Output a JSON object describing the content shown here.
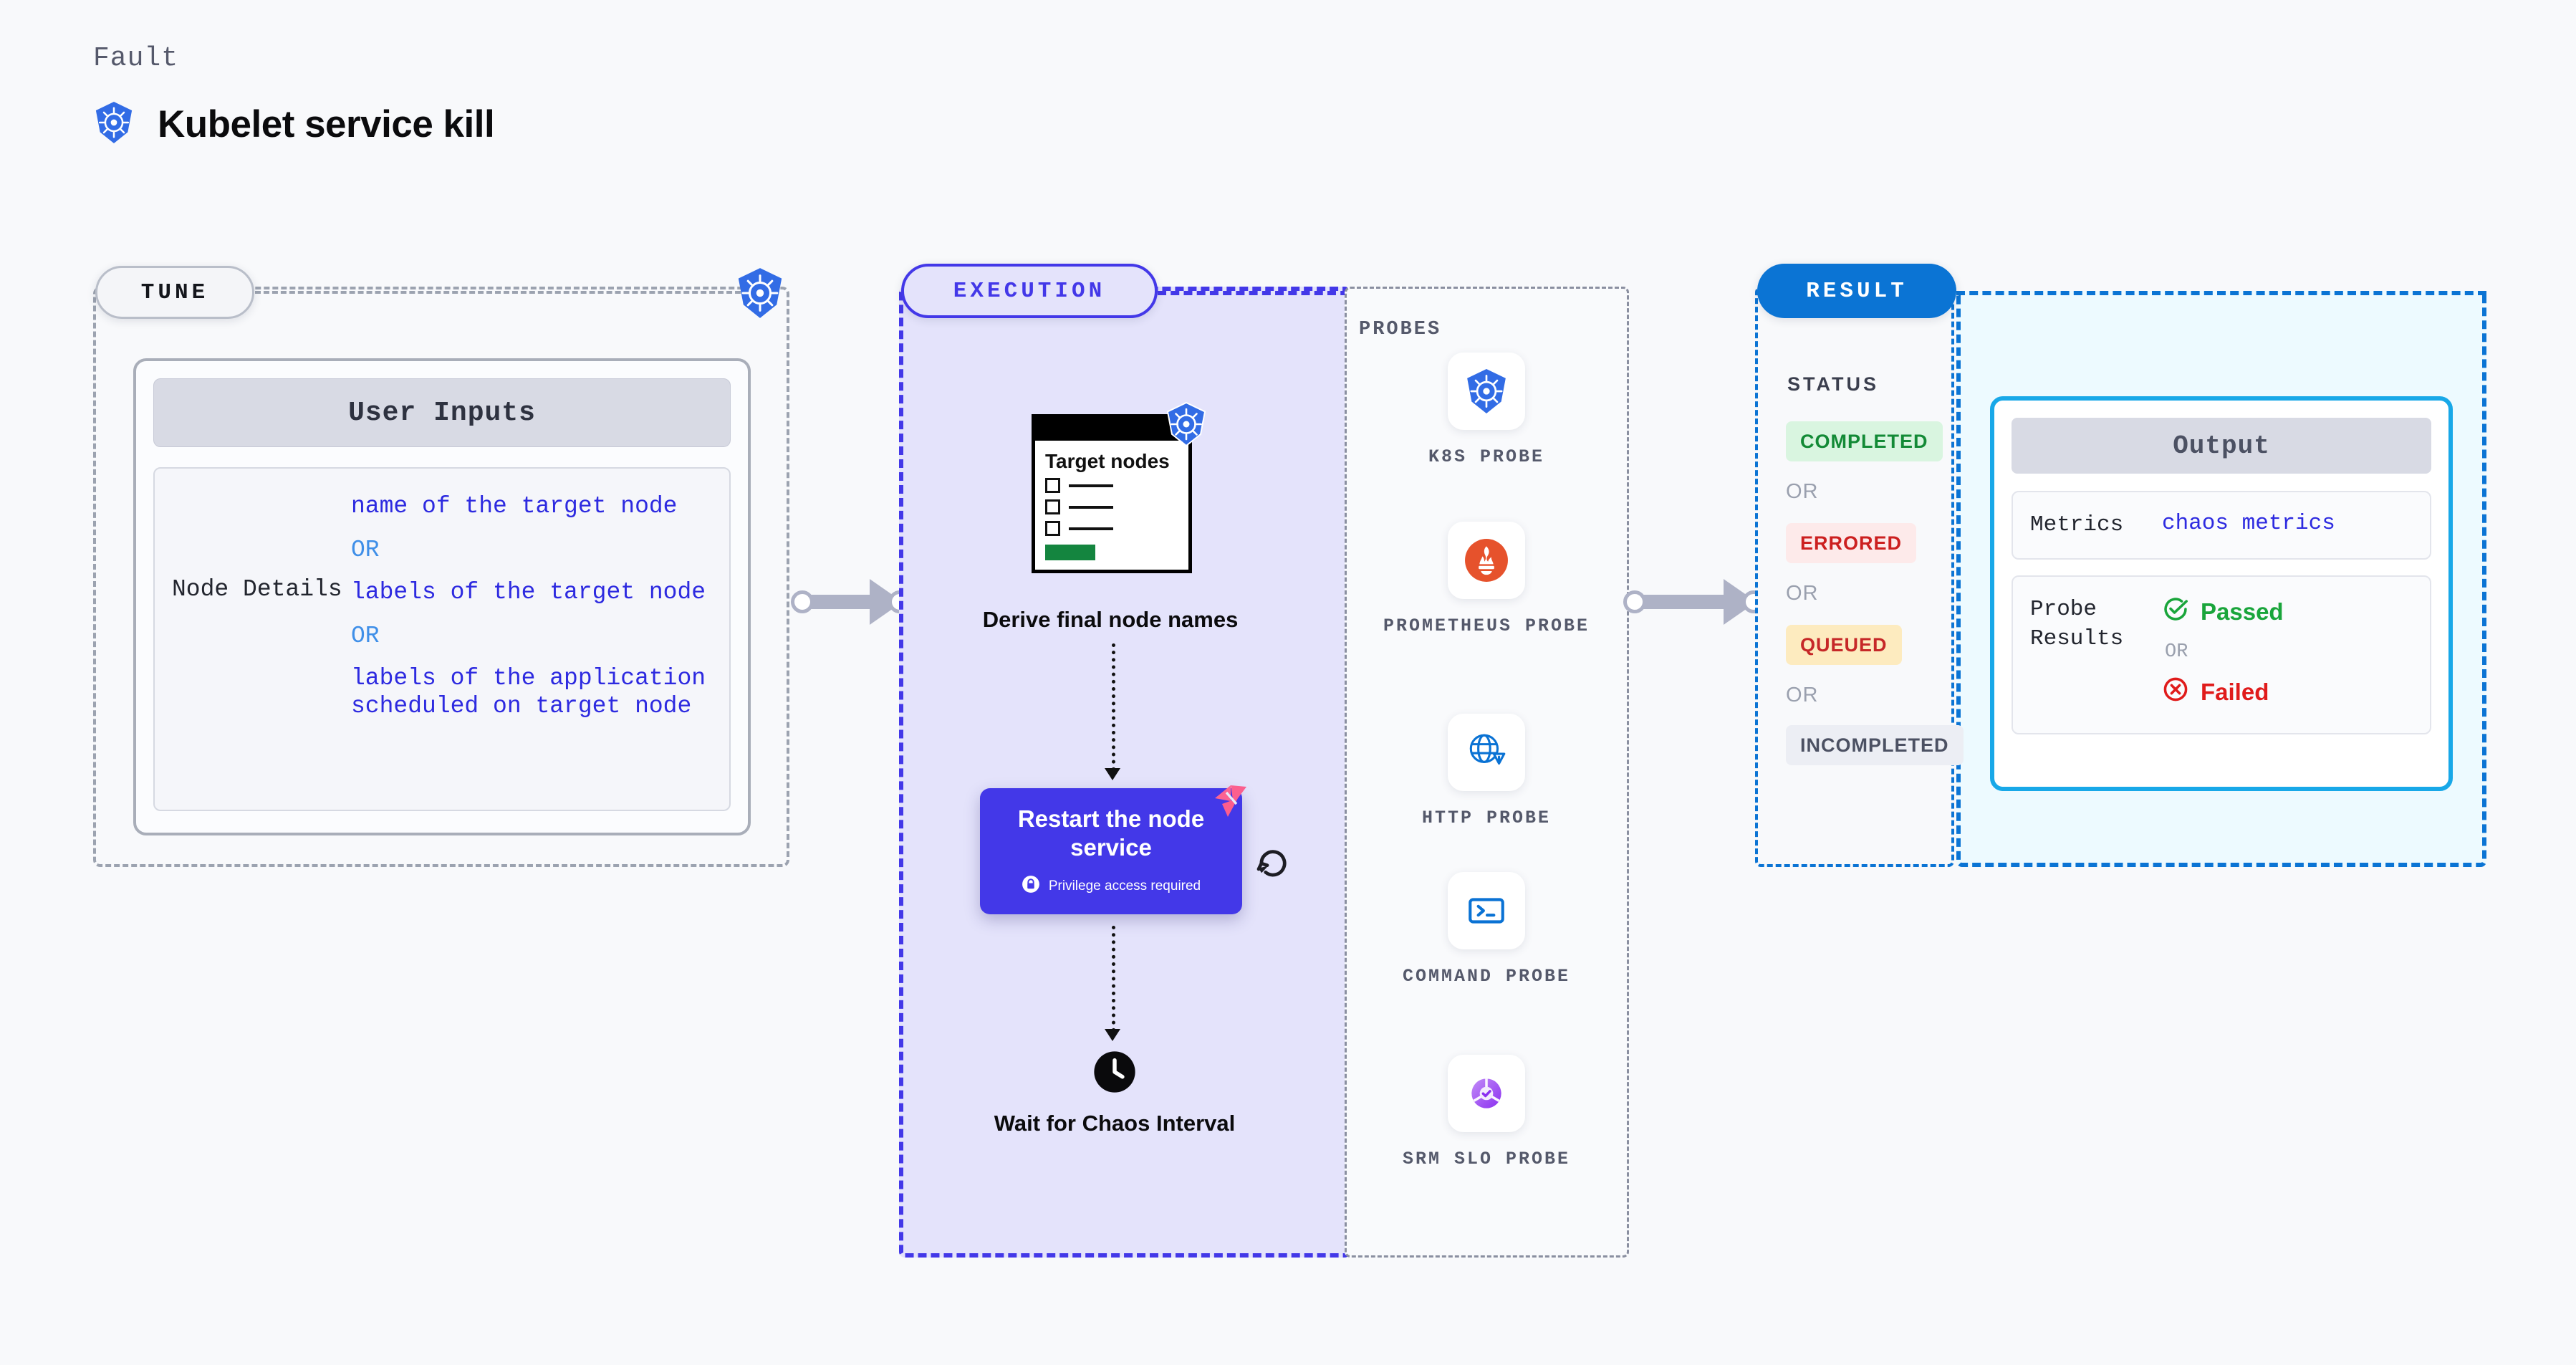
{
  "header": {
    "eyebrow": "Fault",
    "title": "Kubelet service kill",
    "logo_icon": "kubernetes-icon"
  },
  "tune": {
    "pill_label": "TUNE",
    "badge_icon": "kubernetes-icon",
    "user_inputs_title": "User Inputs",
    "node_details_key": "Node Details",
    "values": [
      "name of the target node",
      "labels of the target node",
      "labels of the application scheduled on target node"
    ],
    "or_label": "OR"
  },
  "execution": {
    "pill_label": "EXECUTION",
    "target_nodes_card": {
      "title": "Target nodes",
      "badge_icon": "kubernetes-icon",
      "checkbox_rows": 3
    },
    "derive_label": "Derive final node names",
    "action_node": {
      "title": "Restart the node service",
      "privilege_note": "Privilege access required",
      "lock_icon": "lock-icon",
      "corner_icon": "litmuschaos-icon",
      "loop_icon": "loop-repeat-icon",
      "color": "#4338e8"
    },
    "wait_node": {
      "icon": "clock-icon",
      "label": "Wait for Chaos Interval"
    }
  },
  "probes": {
    "section_label": "PROBES",
    "items": [
      {
        "label": "K8S PROBE",
        "icon": "kubernetes-icon"
      },
      {
        "label": "PROMETHEUS PROBE",
        "icon": "prometheus-icon"
      },
      {
        "label": "HTTP PROBE",
        "icon": "globe-warning-icon"
      },
      {
        "label": "COMMAND PROBE",
        "icon": "terminal-icon"
      },
      {
        "label": "SRM SLO PROBE",
        "icon": "srm-slo-donut-icon"
      }
    ]
  },
  "result": {
    "pill_label": "RESULT",
    "status_label": "STATUS",
    "or_label": "OR",
    "statuses": [
      {
        "label": "COMPLETED",
        "color": "#138a36",
        "bg": "#d9f5e0"
      },
      {
        "label": "ERRORED",
        "color": "#cc2020",
        "bg": "#fdeaea"
      },
      {
        "label": "QUEUED",
        "color": "#c62828",
        "bg": "#fdebbf"
      },
      {
        "label": "INCOMPLETED",
        "color": "#4c5163",
        "bg": "#eceef4"
      }
    ],
    "output": {
      "title": "Output",
      "metrics_key": "Metrics",
      "metrics_value": "chaos metrics",
      "probe_results_key": "Probe Results",
      "passed_label": "Passed",
      "failed_label": "Failed",
      "or_label": "OR",
      "passed_icon": "check-circle-icon",
      "failed_icon": "x-circle-icon",
      "passed_color": "#19a53b",
      "failed_color": "#e01b1b"
    }
  },
  "connectors": {
    "tune_to_execution": "arrow-right",
    "probes_to_result": "arrow-right"
  }
}
